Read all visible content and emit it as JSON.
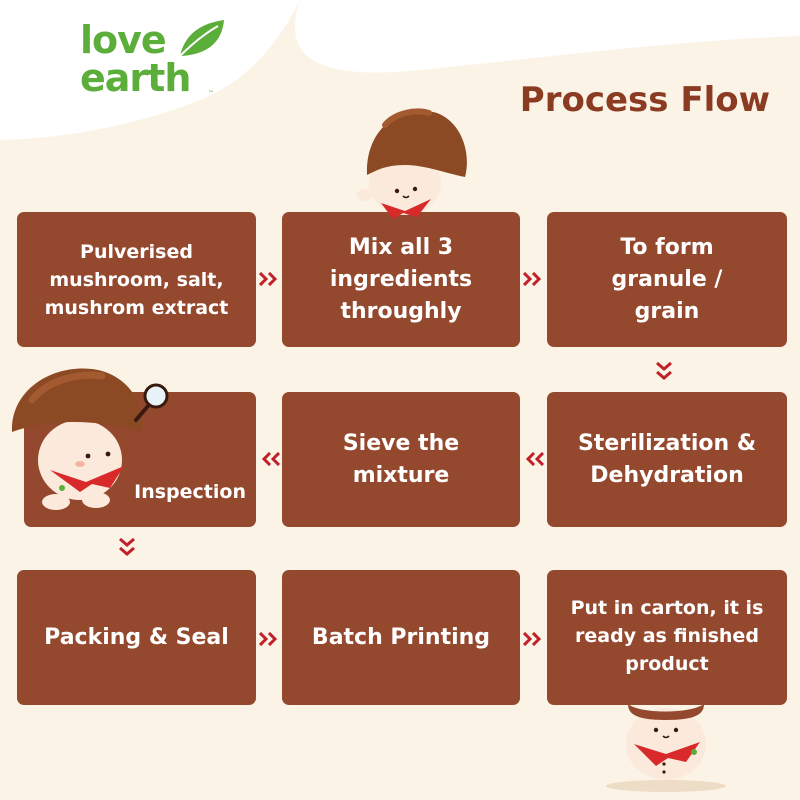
{
  "brand": {
    "logo_line1": "love",
    "logo_line2": "earth",
    "trademark": "™"
  },
  "title": "Process Flow",
  "steps": [
    {
      "label": "Pulverised\nmushroom, salt,\nmushrom extract"
    },
    {
      "label": "Mix all 3\ningredients\nthroughly"
    },
    {
      "label": "To form\ngranule /\ngrain"
    },
    {
      "label": "Sterilization &\nDehydration"
    },
    {
      "label": "Sieve the\nmixture"
    },
    {
      "label": "Inspection"
    },
    {
      "label": "Packing & Seal"
    },
    {
      "label": "Batch Printing"
    },
    {
      "label": "Put in carton, it is\nready as finished\nproduct"
    }
  ],
  "colors": {
    "background": "#fbf4e6",
    "box": "#94492f",
    "title": "#8b3b22",
    "arrow": "#c0202a",
    "logo_green": "#5cae3a"
  },
  "icons": [
    "mushroom-mascot",
    "leaf-icon",
    "magnifier-icon",
    "chevron-double-right-icon",
    "chevron-double-left-icon",
    "chevron-double-down-icon"
  ]
}
